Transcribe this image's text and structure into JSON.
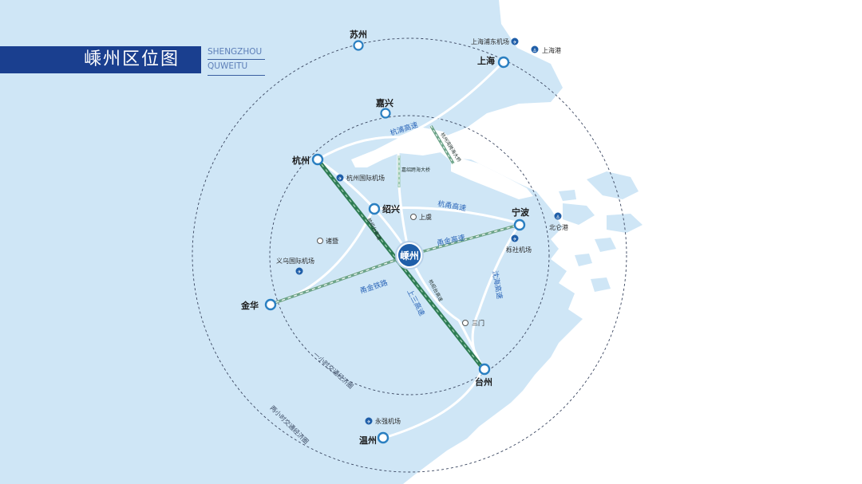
{
  "header": {
    "title": "嵊州区位图",
    "en_line1": "SHENGZHOU",
    "en_line2": "QUWEITU"
  },
  "cities": {
    "center": "嵊州",
    "suzhou": "苏州",
    "shanghai": "上海",
    "jiaxing": "嘉兴",
    "hangzhou": "杭州",
    "shaoxing": "绍兴",
    "ningbo": "宁波",
    "jinhua": "金华",
    "taizhou": "台州",
    "wenzhou": "温州"
  },
  "towns": {
    "shangyu": "上虞",
    "zhuji": "诸暨",
    "sanmen": "三门"
  },
  "airports": {
    "pudong": "上海浦东机场",
    "hangzhou": "杭州国际机场",
    "yiwu": "义乌国际机场",
    "lishe": "栎社机场",
    "yongqiang": "永强机场"
  },
  "ports": {
    "shanghai": "上海港",
    "beilun": "北仑港"
  },
  "roads": {
    "hangpu": "杭浦高速",
    "hangyong": "杭甬高速",
    "yongjin": "甬金高速",
    "yongjin_rail": "甬金铁路",
    "shenhai": "沈海高速",
    "shangsan": "上三高速",
    "hangshaotai": "杭绍台高速",
    "hangshaotai2": "杭绍台高速",
    "bridge": "嘉绍跨海大桥",
    "hangzhouwan": "杭州湾跨海大桥"
  },
  "rings": {
    "inner": "一小时交通经济圈",
    "outer": "两小时交通经济圈"
  },
  "colors": {
    "sea": "#d8e8f4",
    "land": "#cfe6f6",
    "header": "#1a3f8f",
    "city_ring": "#2a7fc1",
    "center_fill": "#1f5ea8",
    "road": "#ffffff",
    "rail": "#2f7d55",
    "text_blue": "#2c66b8"
  }
}
